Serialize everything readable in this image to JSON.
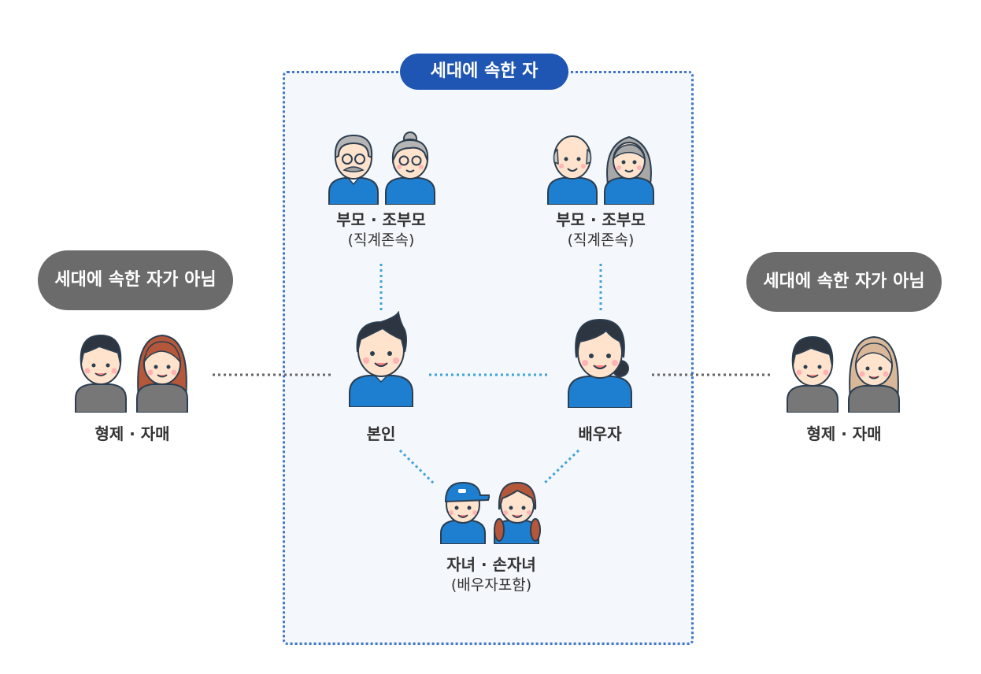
{
  "household": {
    "title": "세대에 속한 자"
  },
  "outside": {
    "left_badge": "세대에 속한 자가 아님",
    "right_badge": "세대에 속한 자가 아님",
    "left_label": "형제 · 자매",
    "right_label": "형제 · 자매"
  },
  "members": {
    "grandparents_left": {
      "label": "부모 · 조부모",
      "sub": "(직계존속)"
    },
    "grandparents_right": {
      "label": "부모 · 조부모",
      "sub": "(직계존속)"
    },
    "self": {
      "label": "본인"
    },
    "spouse": {
      "label": "배우자"
    },
    "children": {
      "label": "자녀 · 손자녀",
      "sub": "(배우자포함)"
    }
  },
  "colors": {
    "household_blue": "#1f56b3",
    "connector_blue": "#3fa3d8",
    "outside_gray": "#6b6b6b",
    "shirt_blue": "#1e7fd0",
    "shirt_gray": "#777777"
  },
  "icons": [
    "grandfather-icon",
    "grandmother-icon",
    "bald-grandfather-icon",
    "gray-haired-grandmother-icon",
    "man-icon",
    "woman-icon",
    "boy-cap-icon",
    "girl-braids-icon",
    "brother-icon",
    "sister-icon"
  ]
}
